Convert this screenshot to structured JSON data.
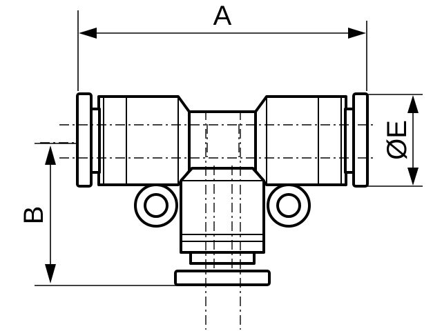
{
  "dimensions": {
    "a_label": "A",
    "b_label": "B",
    "e_label": "ØE"
  }
}
